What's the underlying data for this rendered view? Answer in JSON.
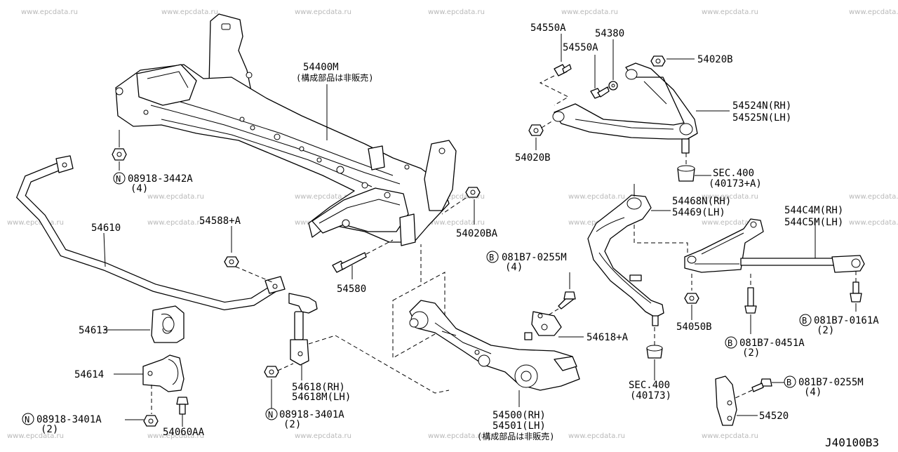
{
  "watermark": "www.epcdata.ru",
  "diagram_code": "J40100B3",
  "labels": {
    "p54400M": "54400M",
    "p54400M_note": "(構成部品は非販売)",
    "p08918_3442A": "08918-3442A",
    "p08918_3442A_qty": "(4)",
    "p54610": "54610",
    "p54588A": "54588+A",
    "p54580": "54580",
    "p54020BA": "54020BA",
    "p54613": "54613",
    "p54614": "54614",
    "p08918_3401A_left": "08918-3401A",
    "p08918_3401A_left_qty": "(2)",
    "p54060AA": "54060AA",
    "p54618_rh": "54618(RH)",
    "p54618M_lh": "54618M(LH)",
    "p08918_3401A_mid": "08918-3401A",
    "p08918_3401A_mid_qty": "(2)",
    "p081B7_0255M_top": "081B7-0255M",
    "p081B7_0255M_top_qty": "(4)",
    "p54618A": "54618+A",
    "p54500_rh": "54500(RH)",
    "p54501_lh": "54501(LH)",
    "p54500_note": "(構成部品は非販売)",
    "p54550A_1": "54550A",
    "p54550A_2": "54550A",
    "p54380": "54380",
    "p54020B_top": "54020B",
    "p54524N_rh": "54524N(RH)",
    "p54525N_lh": "54525N(LH)",
    "p54020B_left": "54020B",
    "sec400_top": "SEC.400",
    "sec400_top_ref": "(40173+A)",
    "p54468N_rh": "54468N(RH)",
    "p54469_lh": "54469(LH)",
    "p544C4M_rh": "544C4M(RH)",
    "p544C5M_lh": "544C5M(LH)",
    "p54050B": "54050B",
    "p081B7_0451A": "081B7-0451A",
    "p081B7_0451A_qty": "(2)",
    "p081B7_0161A": "081B7-0161A",
    "p081B7_0161A_qty": "(2)",
    "sec400_bot": "SEC.400",
    "sec400_bot_ref": "(40173)",
    "p081B7_0255M_bot": "081B7-0255M",
    "p081B7_0255M_bot_qty": "(4)",
    "p54520": "54520"
  },
  "symbols": {
    "nut_symbol": "N",
    "bolt_symbol": "B"
  }
}
